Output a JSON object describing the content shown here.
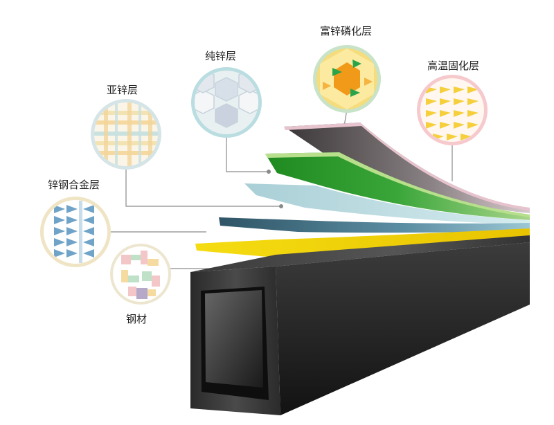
{
  "layers": [
    {
      "id": "fzn",
      "label": "富锌磷化层",
      "color": "#e7c3cd"
    },
    {
      "id": "gw",
      "label": "高温固化层",
      "color": "#f3b8c2"
    },
    {
      "id": "cx",
      "label": "纯锌层",
      "color": "#5da537"
    },
    {
      "id": "yx",
      "label": "亚锌层",
      "color": "#b2d3d8"
    },
    {
      "id": "xg",
      "label": "锌钢合金层",
      "color": "#3a5f73"
    },
    {
      "id": "gc",
      "label": "钢材",
      "color": "#f2d81c"
    }
  ],
  "colors": {
    "steel_dark": "#1a1a1a",
    "leader_line": "#8a8a8a",
    "green_layer": "#3a9a2a",
    "yellow_layer": "#f5dc12"
  }
}
